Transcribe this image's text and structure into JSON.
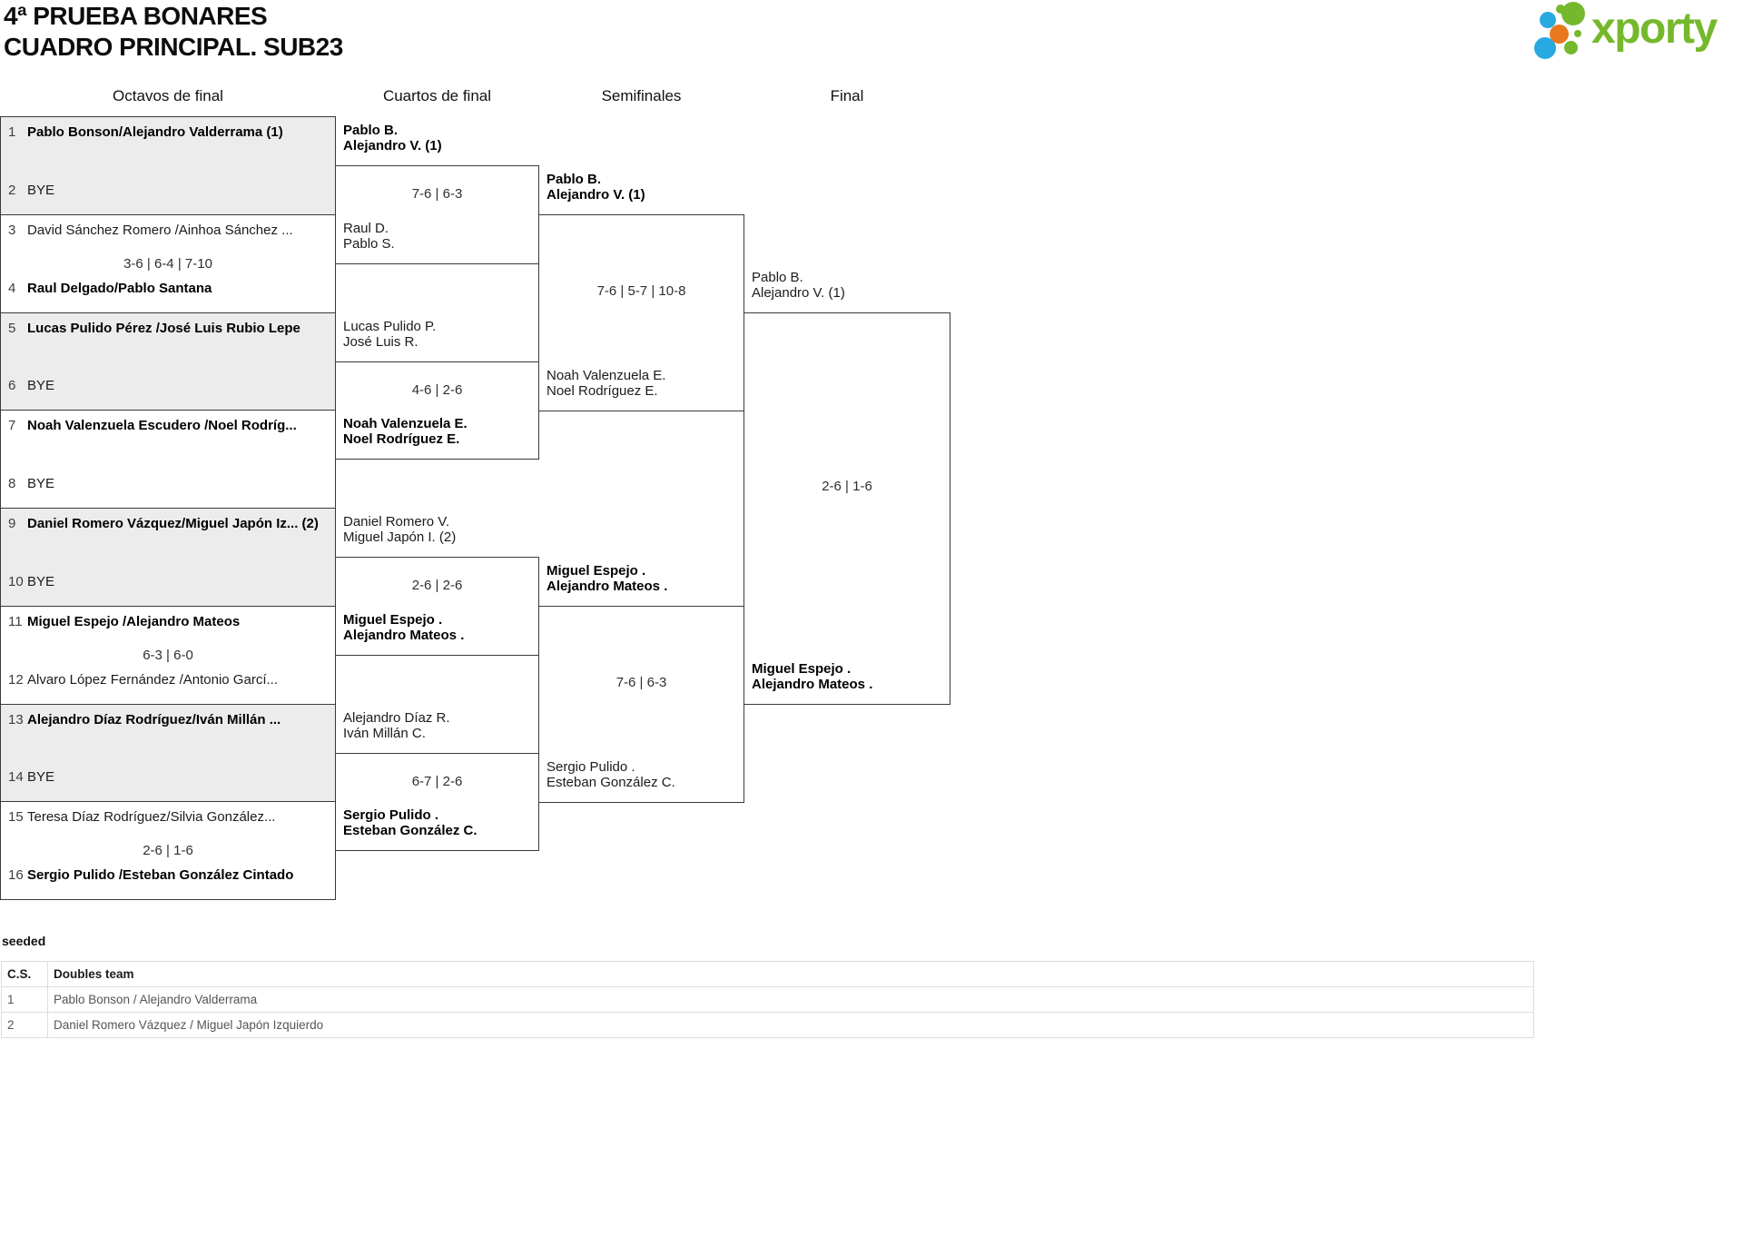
{
  "page": {
    "title_line1": "4ª PRUEBA BONARES",
    "title_line2": "CUADRO PRINCIPAL. SUB23"
  },
  "logo": {
    "text": "xporty",
    "colors": {
      "green": "#76b82d",
      "blue": "#29a9e1",
      "orange": "#e8781f"
    }
  },
  "round_headers": [
    "Octavos de final",
    "Cuartos de final",
    "Semifinales",
    "Final"
  ],
  "bracket": {
    "round_of_16": [
      {
        "shaded": true,
        "score": "",
        "team1": {
          "seed": "1",
          "name": "Pablo Bonson/Alejandro Valderrama (1)",
          "winner": true
        },
        "team2": {
          "seed": "2",
          "name": "BYE",
          "winner": false
        }
      },
      {
        "shaded": false,
        "score": "3-6 | 6-4 | 7-10",
        "team1": {
          "seed": "3",
          "name": "David Sánchez Romero /Ainhoa Sánchez ...",
          "winner": false
        },
        "team2": {
          "seed": "4",
          "name": "Raul Delgado/Pablo Santana",
          "winner": true
        }
      },
      {
        "shaded": true,
        "score": "",
        "team1": {
          "seed": "5",
          "name": "Lucas Pulido Pérez /José Luis Rubio Lepe",
          "winner": true
        },
        "team2": {
          "seed": "6",
          "name": "BYE",
          "winner": false
        }
      },
      {
        "shaded": false,
        "score": "",
        "team1": {
          "seed": "7",
          "name": "Noah Valenzuela Escudero /Noel Rodríg...",
          "winner": true
        },
        "team2": {
          "seed": "8",
          "name": "BYE",
          "winner": false
        }
      },
      {
        "shaded": true,
        "score": "",
        "team1": {
          "seed": "9",
          "name": "Daniel Romero Vázquez/Miguel Japón Iz... (2)",
          "winner": true
        },
        "team2": {
          "seed": "10",
          "name": "BYE",
          "winner": false
        }
      },
      {
        "shaded": false,
        "score": "6-3 | 6-0",
        "team1": {
          "seed": "11",
          "name": "Miguel Espejo /Alejandro Mateos",
          "winner": true
        },
        "team2": {
          "seed": "12",
          "name": "Alvaro López Fernández /Antonio Garcí...",
          "winner": false
        }
      },
      {
        "shaded": true,
        "score": "",
        "team1": {
          "seed": "13",
          "name": "Alejandro Díaz Rodríguez/Iván Millán ...",
          "winner": true
        },
        "team2": {
          "seed": "14",
          "name": "BYE",
          "winner": false
        }
      },
      {
        "shaded": false,
        "score": "2-6 | 1-6",
        "team1": {
          "seed": "15",
          "name": "Teresa Díaz Rodríguez/Silvia González...",
          "winner": false
        },
        "team2": {
          "seed": "16",
          "name": "Sergio Pulido /Esteban González Cintado",
          "winner": true
        }
      }
    ],
    "quarterfinals": [
      {
        "score": "7-6 | 6-3",
        "team1": {
          "lines": [
            "Pablo B.",
            "Alejandro V. (1)"
          ],
          "winner": true
        },
        "team2": {
          "lines": [
            "Raul D.",
            "Pablo S."
          ],
          "winner": false
        }
      },
      {
        "score": "4-6 | 2-6",
        "team1": {
          "lines": [
            "Lucas Pulido P.",
            "José Luis R."
          ],
          "winner": false
        },
        "team2": {
          "lines": [
            "Noah Valenzuela E.",
            "Noel Rodríguez E."
          ],
          "winner": true
        }
      },
      {
        "score": "2-6 | 2-6",
        "team1": {
          "lines": [
            "Daniel Romero V.",
            "Miguel Japón I. (2)"
          ],
          "winner": false
        },
        "team2": {
          "lines": [
            "Miguel Espejo .",
            "Alejandro Mateos ."
          ],
          "winner": true
        }
      },
      {
        "score": "6-7 | 2-6",
        "team1": {
          "lines": [
            "Alejandro Díaz R.",
            "Iván Millán C."
          ],
          "winner": false
        },
        "team2": {
          "lines": [
            "Sergio Pulido .",
            "Esteban González C."
          ],
          "winner": true
        }
      }
    ],
    "semifinals": [
      {
        "score": "7-6 | 5-7 | 10-8",
        "team1": {
          "lines": [
            "Pablo B.",
            "Alejandro V. (1)"
          ],
          "winner": true
        },
        "team2": {
          "lines": [
            "Noah Valenzuela E.",
            "Noel Rodríguez E."
          ],
          "winner": false
        }
      },
      {
        "score": "7-6 | 6-3",
        "team1": {
          "lines": [
            "Miguel Espejo .",
            "Alejandro Mateos ."
          ],
          "winner": true
        },
        "team2": {
          "lines": [
            "Sergio Pulido .",
            "Esteban González C."
          ],
          "winner": false
        }
      }
    ],
    "final": [
      {
        "score": "2-6 | 1-6",
        "team1": {
          "lines": [
            "Pablo B.",
            "Alejandro V. (1)"
          ],
          "winner": false
        },
        "team2": {
          "lines": [
            "Miguel Espejo .",
            "Alejandro Mateos ."
          ],
          "winner": true
        }
      }
    ]
  },
  "seeded": {
    "label": "seeded",
    "headers": [
      "C.S.",
      "Doubles team"
    ],
    "rows": [
      {
        "cs": "1",
        "team": "Pablo Bonson / Alejandro Valderrama"
      },
      {
        "cs": "2",
        "team": "Daniel Romero Vázquez / Miguel Japón Izquierdo"
      }
    ]
  }
}
